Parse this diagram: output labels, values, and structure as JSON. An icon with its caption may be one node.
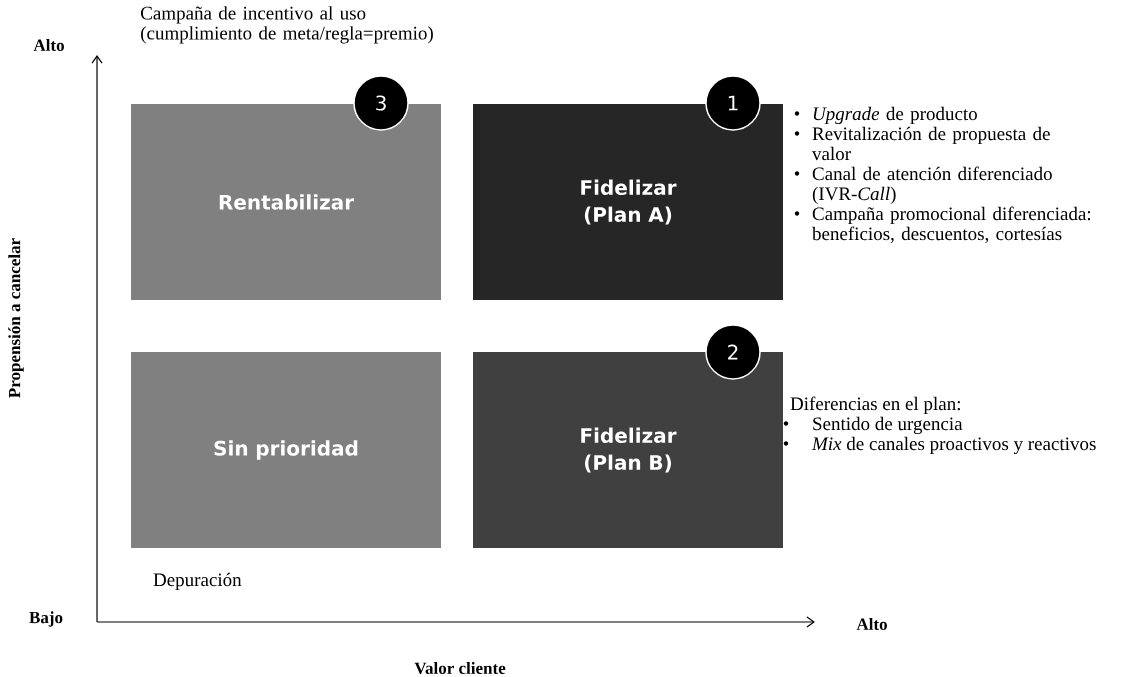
{
  "diagram": {
    "nodes": [
      {
        "text": [
          "Rentabilizar"
        ]
      },
      {
        "text": [
          "3"
        ]
      },
      {
        "text": [
          "Fidelizar (Plan A)"
        ],
        "beside": [
          "*Upgrade* de producto",
          "Revitalización de propuesta de valor",
          "Canal de atención diferenciado (IVR-*Call*)",
          "Campaña promocional diferenciada: beneficios, descuentos, cortesías"
        ]
      },
      {
        "text": [
          "1"
        ]
      },
      {
        "text": [
          "Sin prioridad"
        ],
        "beside": [
          "Depuración"
        ]
      },
      {
        "text": [
          "Fidelizar (Plan B)"
        ],
        "beside": [
          "Diferencias en el plan:",
          "Sentido de urgencia",
          "*Mix* de canales proactivos y reactivos"
        ]
      },
      {
        "text": [
          "2"
        ]
      }
    ],
    "labels": [
      "Campaña de incentivo al uso (cumplimiento de meta/regla=premio)",
      "Alto",
      "Propensión a cancelar",
      "Bajo",
      "Alto",
      "Valor cliente"
    ]
  }
}
